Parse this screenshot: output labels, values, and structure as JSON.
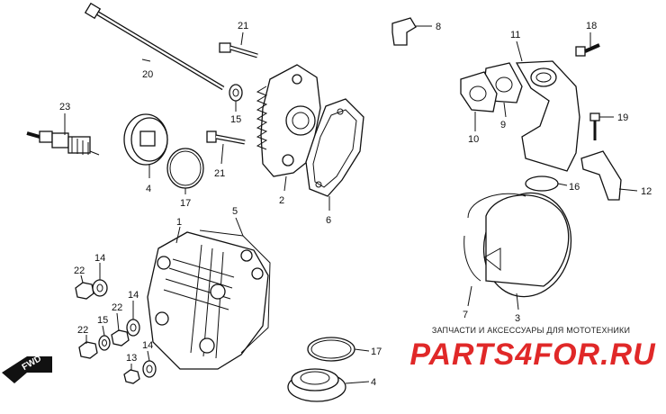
{
  "parts": {
    "p1": "1",
    "p2": "2",
    "p3": "3",
    "p4a": "4",
    "p4b": "4",
    "p5": "5",
    "p6": "6",
    "p7": "7",
    "p8": "8",
    "p9": "9",
    "p10": "10",
    "p11": "11",
    "p12": "12",
    "p13": "13",
    "p14a": "14",
    "p14b": "14",
    "p14c": "14",
    "p15a": "15",
    "p15b": "15",
    "p16": "16",
    "p17a": "17",
    "p17b": "17",
    "p18": "18",
    "p19": "19",
    "p20": "20",
    "p21a": "21",
    "p21b": "21",
    "p22a": "22",
    "p22b": "22",
    "p22c": "22",
    "p23": "23"
  },
  "fwd_label": "FWD",
  "watermark": {
    "caption": "ЗАПЧАСТИ И АКСЕССУАРЫ ДЛЯ МОТОТЕХНИКИ",
    "logo": "PARTS4FOR.RU"
  },
  "colors": {
    "logo": "#e02828",
    "line": "#111111"
  }
}
